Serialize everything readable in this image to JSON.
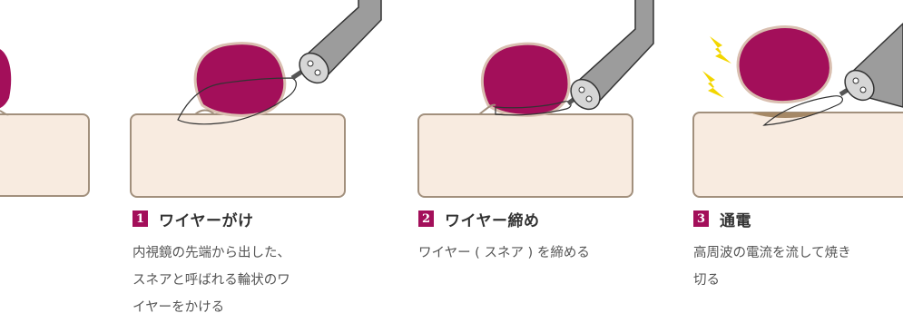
{
  "colors": {
    "polyp": "#a30f5a",
    "polyp_highlight": "#f6e6dc",
    "tissue_fill": "#f8ebe0",
    "tissue_outline": "#a2907d",
    "scope_body": "#9c9c9c",
    "scope_tip": "#d6d6d6",
    "spark": "#f3d600",
    "burn": "#a58866",
    "number_badge": "#a30f5a"
  },
  "steps": [
    {
      "number": "1",
      "title": "ワイヤーがけ",
      "description_lines": [
        "内視鏡の先端から出した、",
        "スネアと呼ばれる輪状のワ",
        "イヤーをかける"
      ]
    },
    {
      "number": "2",
      "title": "ワイヤー締め",
      "description_lines": [
        "ワイヤー ( スネア ) を締める"
      ]
    },
    {
      "number": "3",
      "title": "通電",
      "description_lines": [
        "高周波の電流を流して焼き",
        "切る"
      ]
    }
  ]
}
